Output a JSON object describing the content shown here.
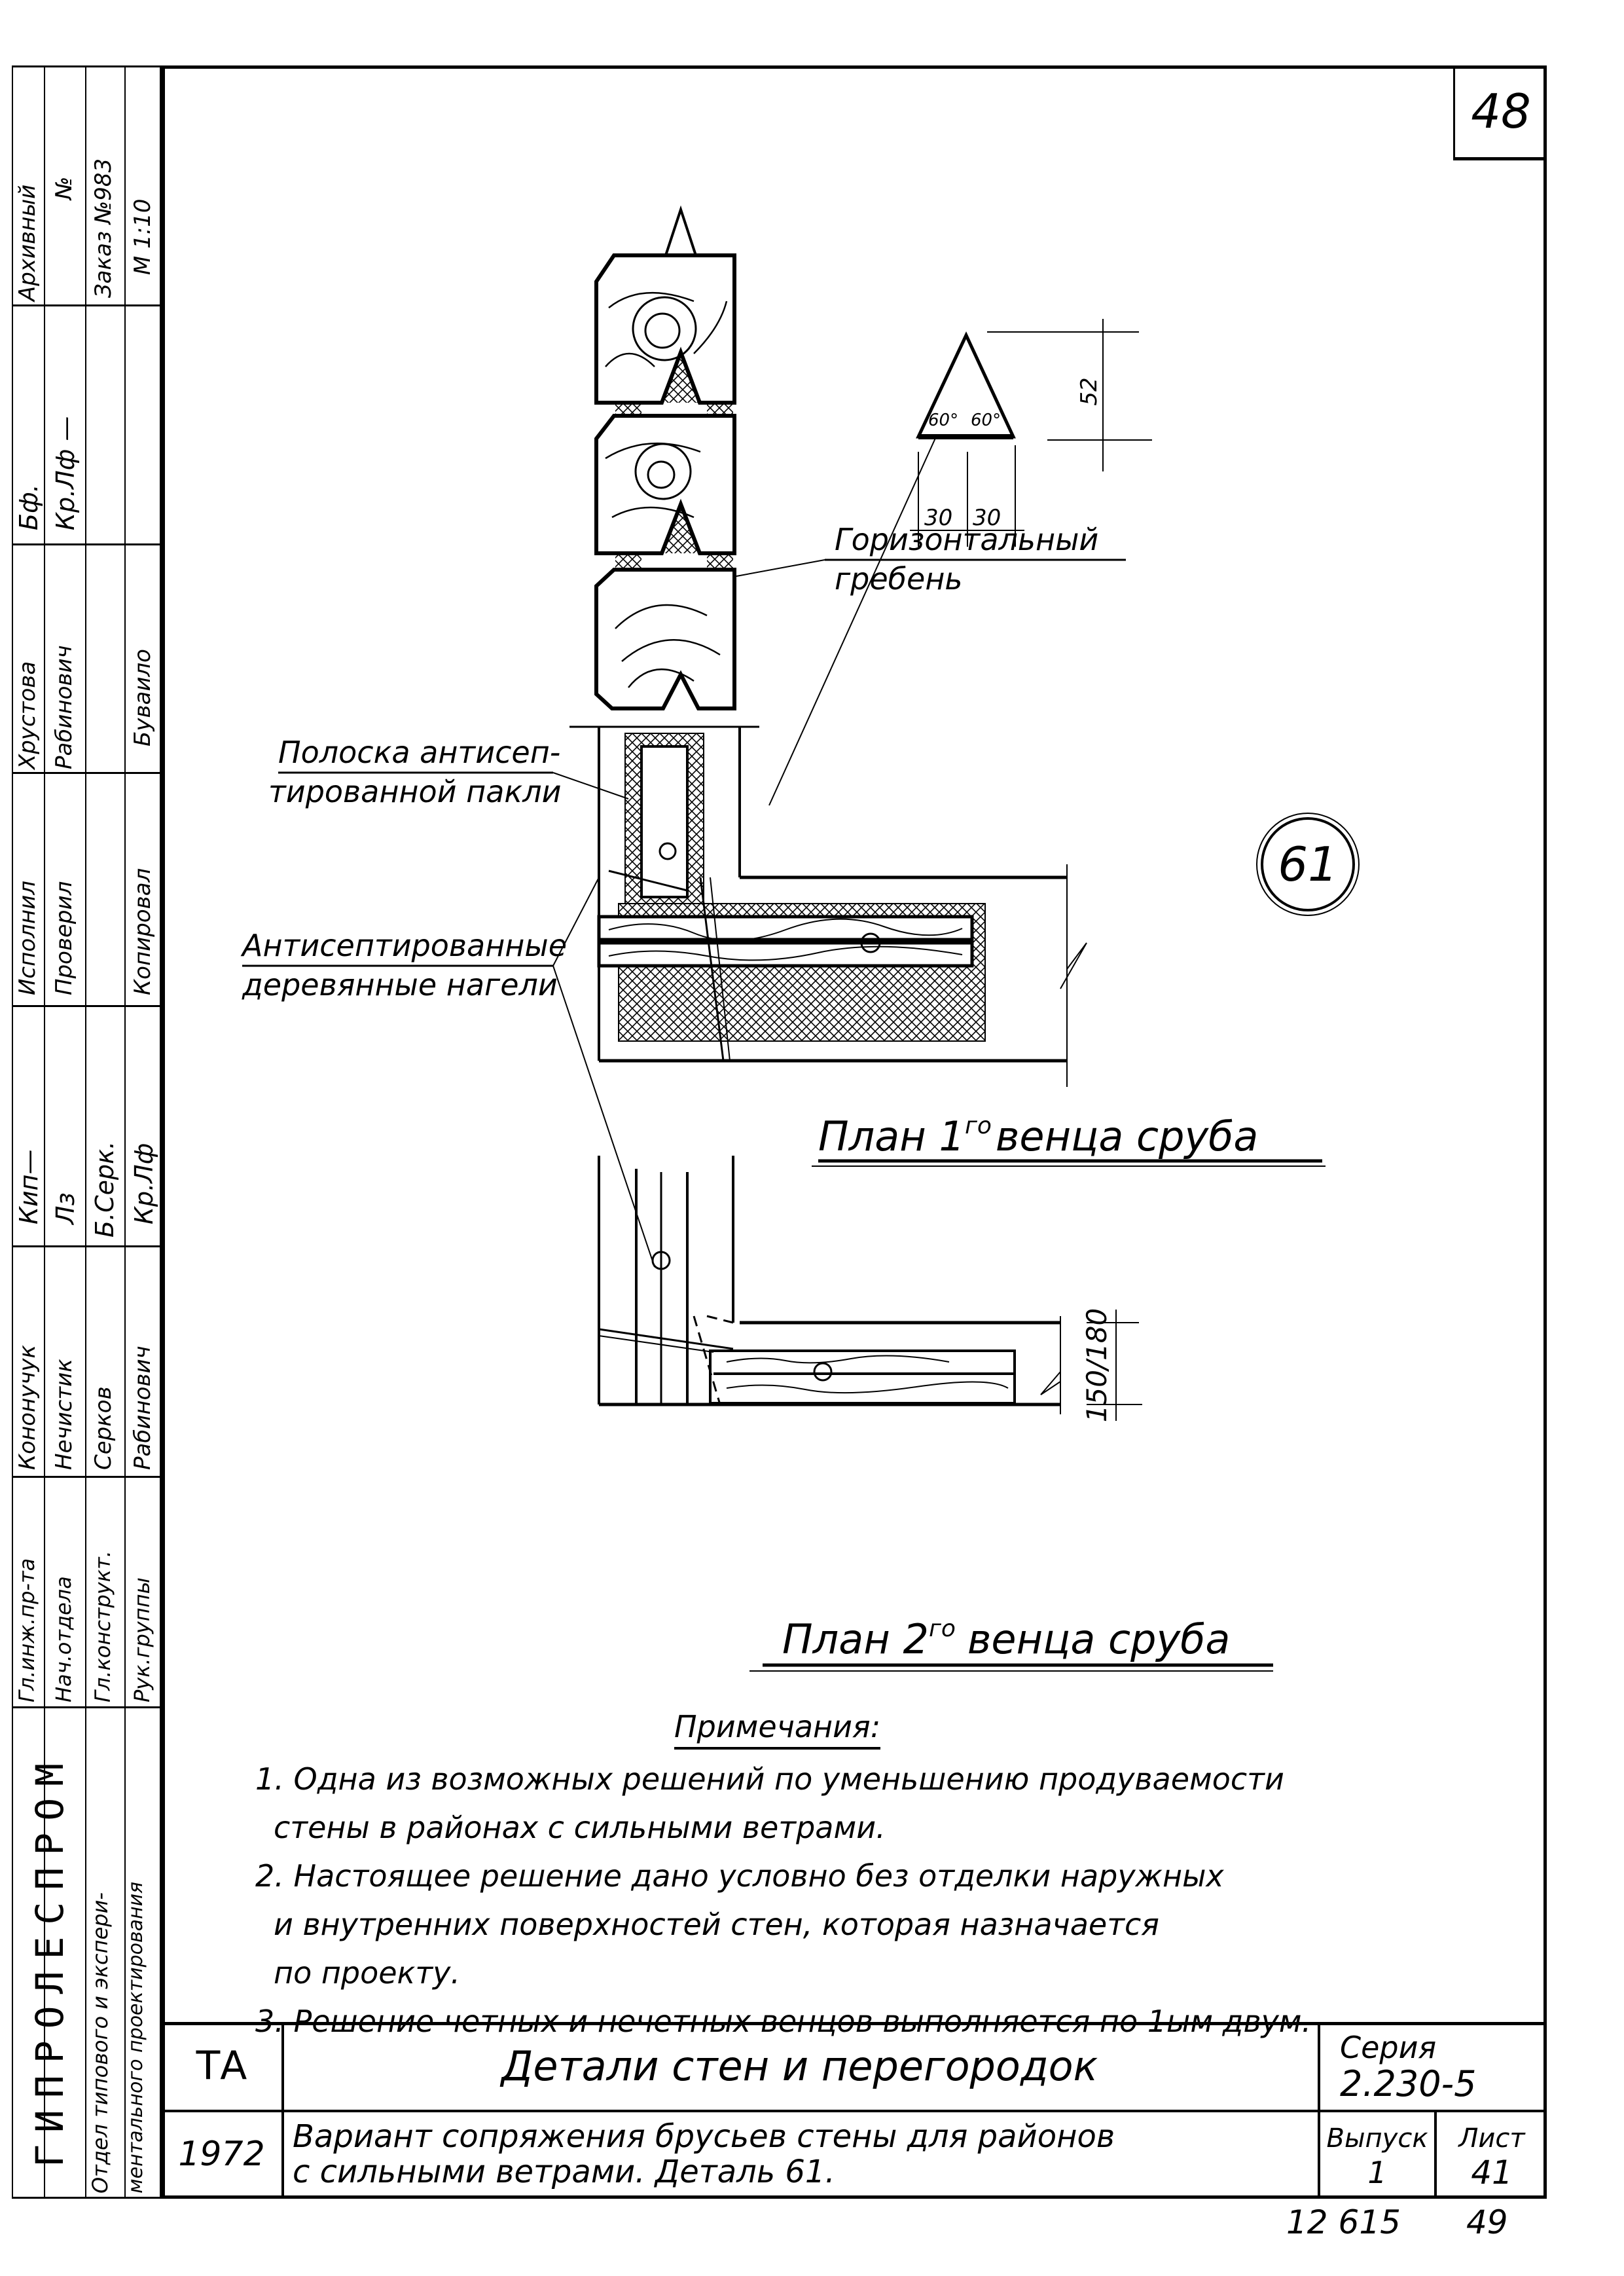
{
  "sheet": {
    "corner_number": "48",
    "detail_marker": "61",
    "archive_no": "12 615",
    "archive_sheet": "49"
  },
  "stamp_strip": {
    "organization": "ГИПРОЛЕСПРОМ",
    "department_line1": "Отдел типового и экспери-",
    "department_line2": "ментального проектирования",
    "roles": [
      {
        "role": "Гл.инж.пр-та",
        "name": "Кононучук",
        "signature": "signature"
      },
      {
        "role": "Нач.отдела",
        "name": "Нечистик",
        "signature": "signature"
      },
      {
        "role": "Гл.конструкт.",
        "name": "Серков",
        "signature": "signature"
      },
      {
        "role": "Рук.группы",
        "name": "Рабинович",
        "signature": "signature"
      }
    ],
    "roles2": [
      {
        "role": "Исполнил",
        "name": "Хрустова",
        "signature": "signature"
      },
      {
        "role": "Проверил",
        "name": "Рабинович",
        "signature": "signature"
      },
      {
        "role": "",
        "name": "",
        "signature": ""
      },
      {
        "role": "Копировал",
        "name": "Буваило",
        "signature": ""
      }
    ],
    "archive": {
      "label": "Архивный",
      "no_label": "№",
      "order": "Заказ №983",
      "scale": "М 1:10"
    }
  },
  "drawing": {
    "ridge_label_line1": "Горизонтальный",
    "ridge_label_line2": "гребень",
    "ridge_angle_left": "60°",
    "ridge_angle_right": "60°",
    "ridge_height": "52",
    "ridge_half_width_left": "30",
    "ridge_half_width_right": "30",
    "tow_label_line1": "Полоска антисеп-",
    "tow_label_line2": "тированной пакли",
    "dowel_label_line1": "Антисептированные",
    "dowel_label_line2": "деревянные нагели",
    "plan1_title": "План 1го венца сруба",
    "plan1_prefix": "План 1",
    "plan1_sup": "го",
    "plan1_suffix": "венца сруба",
    "plan2_prefix": "План 2",
    "plan2_sup": "го",
    "plan2_suffix": "венца сруба",
    "beam_dimension": "150/180"
  },
  "notes": {
    "title": "Примечания:",
    "items": [
      "1. Одна из возможных решений по уменьшению продуваемости",
      "стены в районах с сильными ветрами.",
      "2. Настоящее решение дано условно без отделки наружных",
      "и внутренних поверхностей стен, которая назначается",
      "по проекту.",
      "3. Решение четных и нечетных венцов выполняется по 1ым двум."
    ]
  },
  "title_block": {
    "code": "ТА",
    "year": "1972",
    "title": "Детали стен и перегородок",
    "subtitle_line1": "Вариант сопряжения брусьев стены для районов",
    "subtitle_line2": "с сильными ветрами. Деталь 61.",
    "series_label": "Серия",
    "series_value": "2.230-5",
    "issue_label": "Выпуск",
    "issue_value": "1",
    "sheet_label": "Лист",
    "sheet_value": "41"
  }
}
